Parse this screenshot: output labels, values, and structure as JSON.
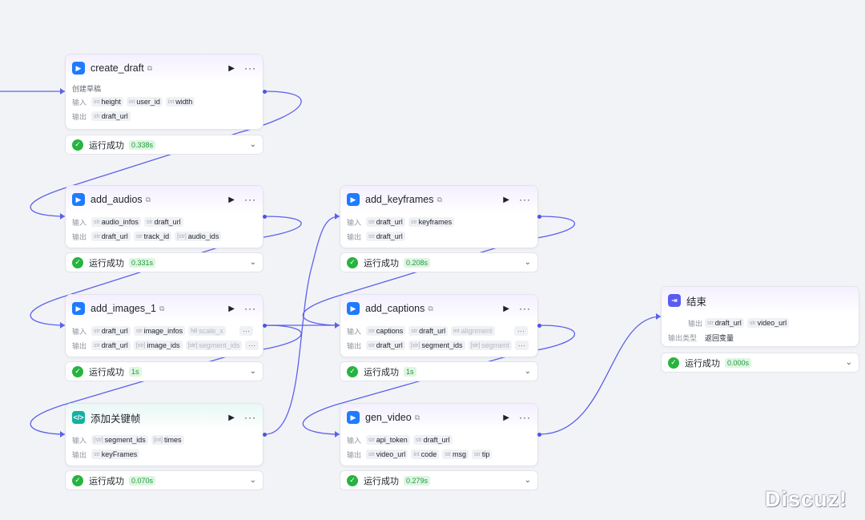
{
  "labels": {
    "input": "输入",
    "output": "输出",
    "output_type": "输出类型"
  },
  "nodes": {
    "create_draft": {
      "title": "create_draft",
      "desc": "创建草稿",
      "inputs": [
        {
          "t": "int",
          "n": "height"
        },
        {
          "t": "int",
          "n": "user_id"
        },
        {
          "t": "int",
          "n": "width"
        }
      ],
      "outputs": [
        {
          "t": "str",
          "n": "draft_url"
        }
      ],
      "status": "运行成功",
      "time": "0.338s"
    },
    "add_audios": {
      "title": "add_audios",
      "inputs": [
        {
          "t": "str",
          "n": "audio_infos"
        },
        {
          "t": "str",
          "n": "draft_url"
        }
      ],
      "outputs": [
        {
          "t": "str",
          "n": "draft_url"
        },
        {
          "t": "str",
          "n": "track_id"
        },
        {
          "t": "[str]",
          "n": "audio_ids"
        }
      ],
      "status": "运行成功",
      "time": "0.331s"
    },
    "add_images_1": {
      "title": "add_images_1",
      "inputs": [
        {
          "t": "str",
          "n": "draft_url"
        },
        {
          "t": "str",
          "n": "image_infos"
        },
        {
          "t": "Nil",
          "n": "scale_x"
        }
      ],
      "outputs": [
        {
          "t": "str",
          "n": "draft_url"
        },
        {
          "t": "[str]",
          "n": "image_ids"
        },
        {
          "t": "[str]",
          "n": "segment_ids"
        }
      ],
      "status": "运行成功",
      "time": "1s"
    },
    "add_keyframe_cn": {
      "title": "添加关键帧",
      "inputs": [
        {
          "t": "[str]",
          "n": "segment_ids"
        },
        {
          "t": "[int]",
          "n": "times"
        }
      ],
      "outputs": [
        {
          "t": "str",
          "n": "keyFrames"
        }
      ],
      "status": "运行成功",
      "time": "0.070s"
    },
    "add_keyframes": {
      "title": "add_keyframes",
      "inputs": [
        {
          "t": "str",
          "n": "draft_url"
        },
        {
          "t": "str",
          "n": "keyframes"
        }
      ],
      "outputs": [
        {
          "t": "str",
          "n": "draft_url"
        }
      ],
      "status": "运行成功",
      "time": "0.208s"
    },
    "add_captions": {
      "title": "add_captions",
      "inputs": [
        {
          "t": "str",
          "n": "captions"
        },
        {
          "t": "str",
          "n": "draft_url"
        },
        {
          "t": "int",
          "n": "alignment"
        }
      ],
      "outputs": [
        {
          "t": "str",
          "n": "draft_url"
        },
        {
          "t": "[str]",
          "n": "segment_ids"
        },
        {
          "t": "[str]",
          "n": "segment"
        }
      ],
      "status": "运行成功",
      "time": "1s"
    },
    "gen_video": {
      "title": "gen_video",
      "inputs": [
        {
          "t": "str",
          "n": "api_token"
        },
        {
          "t": "str",
          "n": "draft_url"
        }
      ],
      "outputs": [
        {
          "t": "str",
          "n": "video_url"
        },
        {
          "t": "int",
          "n": "code"
        },
        {
          "t": "str",
          "n": "msg"
        },
        {
          "t": "str",
          "n": "tip"
        }
      ],
      "status": "运行成功",
      "time": "0.279s"
    },
    "end": {
      "title": "结束",
      "outputs": [
        {
          "t": "str",
          "n": "draft_url"
        },
        {
          "t": "str",
          "n": "video_url"
        }
      ],
      "output_type_value": "返回变量",
      "status": "运行成功",
      "time": "0.000s"
    }
  },
  "glyphs": {
    "run": "▶",
    "more": "···",
    "check": "✓",
    "chevron": "⌄",
    "ellipsis": "···"
  },
  "watermark": "Discuz!",
  "colors": {
    "edge": "#4d53e8",
    "success": "#27b33f",
    "accent": "#1e7bff"
  }
}
